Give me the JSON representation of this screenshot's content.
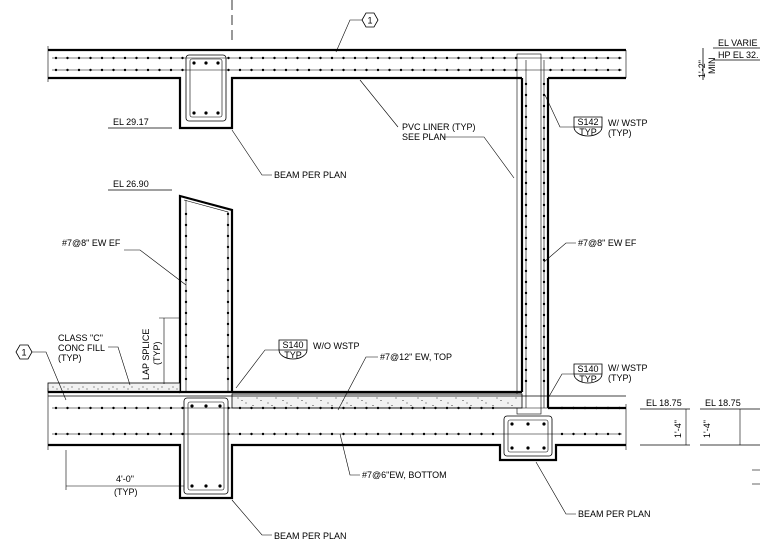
{
  "labels": {
    "el_varies": "EL VARIE",
    "hp_el": "HP EL 32.",
    "dim_1_2": "1'-2\"",
    "dim_min": "MIN",
    "el_29_17": "EL 29.17",
    "el_26_90": "EL 26.90",
    "el_18_75_a": "EL 18.75",
    "el_18_75_b": "EL 18.75",
    "pvc_liner": "PVC LINER (TYP)",
    "see_plan": "SEE PLAN",
    "beam_per_plan_1": "BEAM PER PLAN",
    "beam_per_plan_2": "BEAM PER PLAN",
    "beam_per_plan_3": "BEAM PER PLAN",
    "w_wstp_1": "W/ WSTP",
    "typ_1": "(TYP)",
    "w_wstp_2": "W/ WSTP",
    "typ_2": "(TYP)",
    "wo_wstp": "W/O WSTP",
    "rebar_7_8_left": "#7@8\" EW EF",
    "rebar_7_8_right": "#7@8\" EW EF",
    "rebar_7_12": "#7@12\" EW, TOP",
    "rebar_7_6": "#7@6\"EW, BOTTOM",
    "class_c": "CLASS \"C\"",
    "conc_fill": "CONC FILL",
    "typ_3": "(TYP)",
    "lap_splice": "LAP SPLICE",
    "typ_4": "(TYP)",
    "dim_4_0": "4'-0\"",
    "typ_5": "(TYP)",
    "dim_1_4_a": "1'-4\"",
    "dim_1_4_b": "1'-4\""
  },
  "section_tags": [
    {
      "code": "S142",
      "sub": "TYP"
    },
    {
      "code": "S140",
      "sub": "TYP"
    },
    {
      "code": "S140",
      "sub": "TYP"
    }
  ],
  "detail_tags": [
    "1",
    "1"
  ]
}
